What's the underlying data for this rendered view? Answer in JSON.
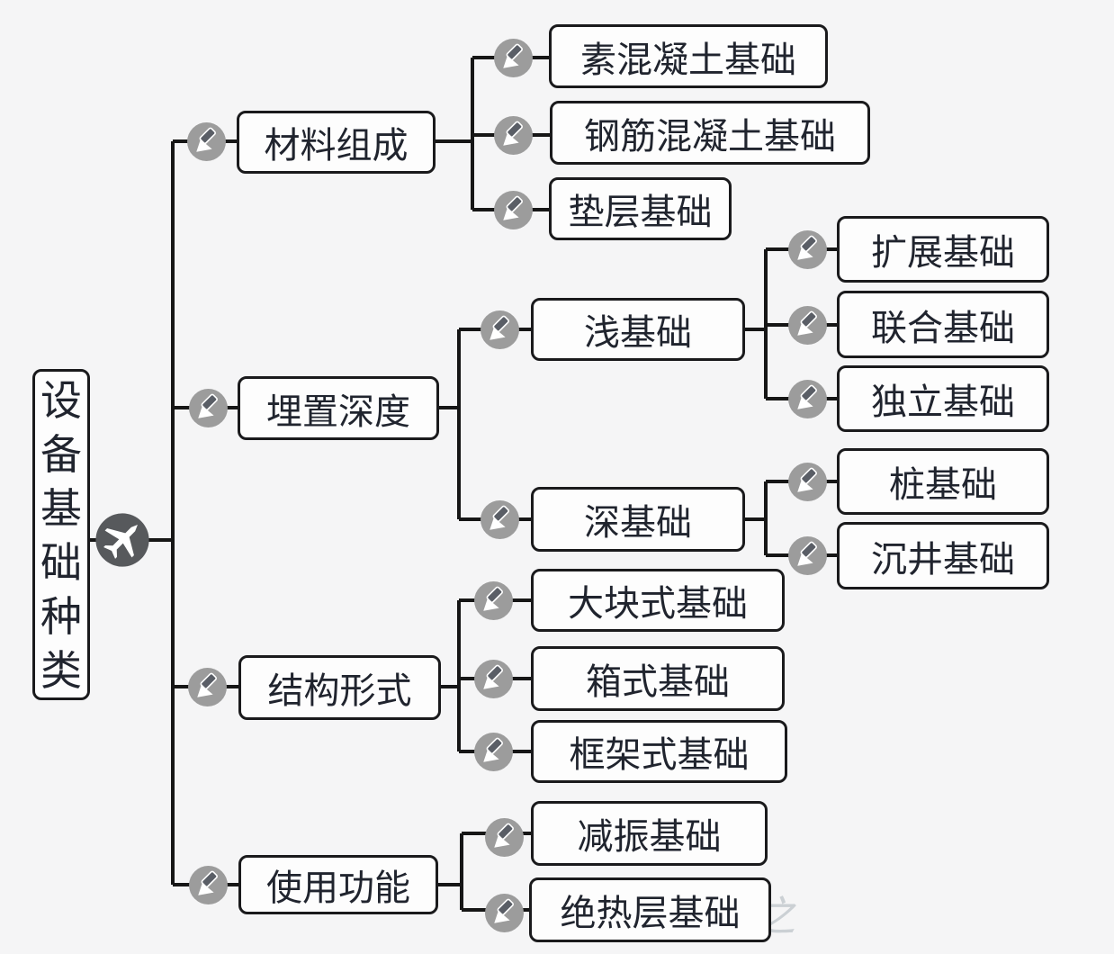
{
  "mindmap": {
    "title_node_hint": "mind map of equipment foundation types",
    "root": {
      "label": "设备基础种类",
      "icon": "airplane-icon"
    },
    "branches": [
      {
        "label": "材料组成",
        "icon": "pencil-edit-icon",
        "children": [
          {
            "label": "素混凝土基础"
          },
          {
            "label": "钢筋混凝土基础"
          },
          {
            "label": "垫层基础"
          }
        ]
      },
      {
        "label": "埋置深度",
        "icon": "pencil-edit-icon",
        "children": [
          {
            "label": "浅基础",
            "children": [
              {
                "label": "扩展基础"
              },
              {
                "label": "联合基础"
              },
              {
                "label": "独立基础"
              }
            ]
          },
          {
            "label": "深基础",
            "children": [
              {
                "label": "桩基础"
              },
              {
                "label": "沉井基础"
              }
            ]
          }
        ]
      },
      {
        "label": "结构形式",
        "icon": "pencil-edit-icon",
        "children": [
          {
            "label": "大块式基础"
          },
          {
            "label": "箱式基础"
          },
          {
            "label": "框架式基础"
          }
        ]
      },
      {
        "label": "使用功能",
        "icon": "pencil-edit-icon",
        "children": [
          {
            "label": "减振基础"
          },
          {
            "label": "绝热层基础"
          }
        ]
      }
    ],
    "watermark": "之",
    "colors": {
      "background": "#f5f5f6",
      "line": "#161616",
      "box_border": "#1a1a1c",
      "box_fill": "#fdfdfd",
      "text": "#20242e",
      "icon_circle": "#9c9c9c",
      "root_icon_circle": "#57595c"
    }
  }
}
